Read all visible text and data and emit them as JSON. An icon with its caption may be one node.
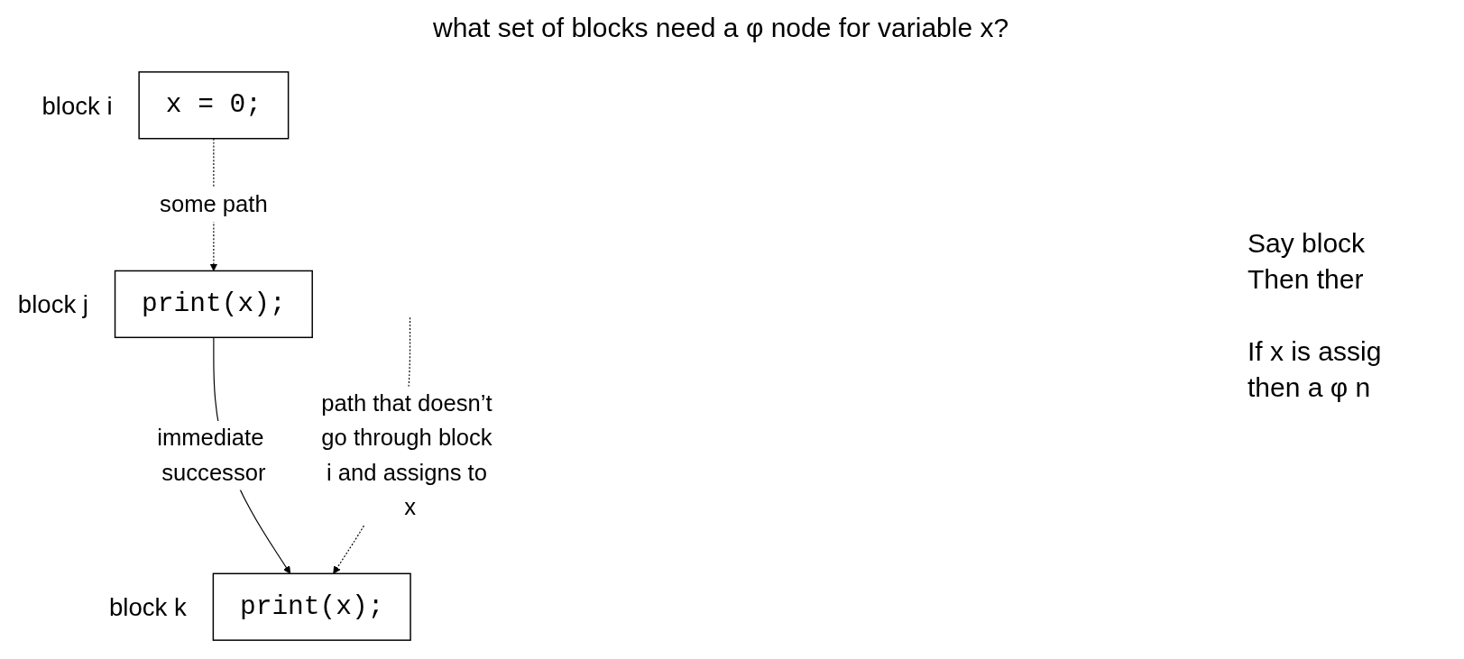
{
  "diagram": {
    "title": "what set of blocks need a φ node for variable x?",
    "nodes": [
      {
        "text": [
          "x = 0;"
        ],
        "beside": [
          "block i"
        ]
      },
      {
        "text": [
          "print(x);"
        ],
        "beside": [
          "block j"
        ]
      },
      {
        "text": [
          "print(x);"
        ],
        "beside": [
          "block k"
        ]
      }
    ],
    "edges": [
      {
        "from": 0,
        "to": 1,
        "arrow": "to",
        "style": "dashed",
        "label": "some path"
      },
      {
        "from": 1,
        "to": 2,
        "arrow": "to",
        "label": "immediate successor"
      },
      {
        "from": null,
        "to": 2,
        "arrow": "to",
        "style": "dashed",
        "label": "path that doesn’t go through block i and assigns to x"
      }
    ],
    "labels": [
      "Say block",
      "Then ther",
      "If x is assig",
      "then a φ n"
    ]
  }
}
